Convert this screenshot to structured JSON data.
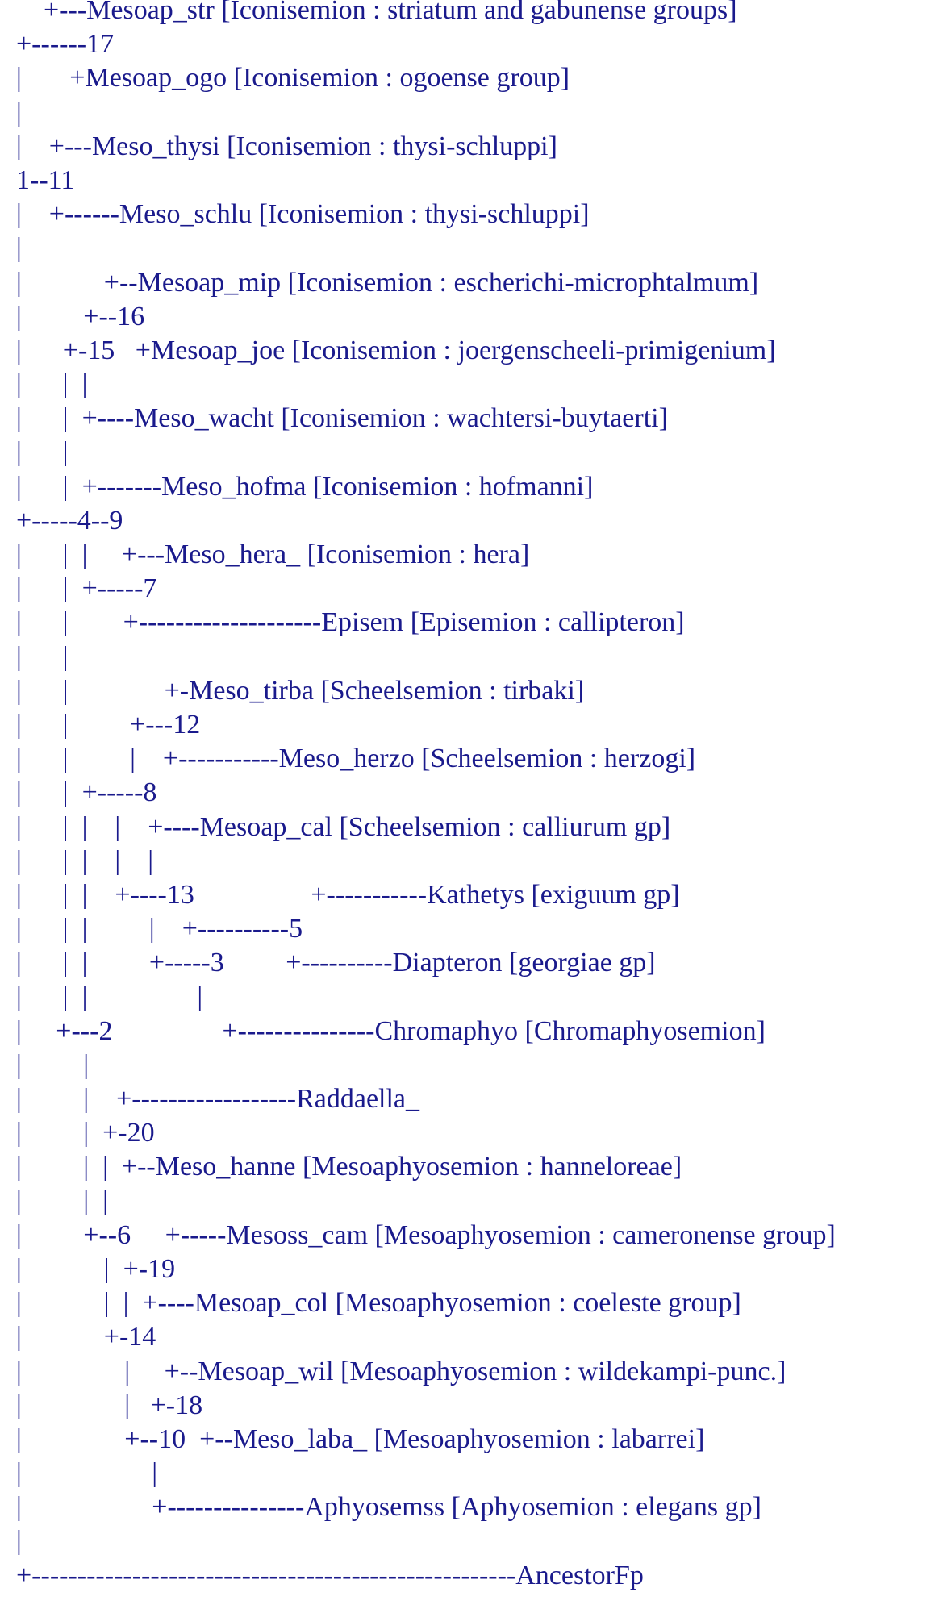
{
  "tree_lines": [
    "    +---Mesoap_str [Iconisemion : striatum and gabunense groups]",
    "+------17",
    "|       +Mesoap_ogo [Iconisemion : ogoense group]",
    "|",
    "|    +---Meso_thysi [Iconisemion : thysi-schluppi]",
    "1--11",
    "|    +------Meso_schlu [Iconisemion : thysi-schluppi]",
    "|",
    "|            +--Mesoap_mip [Iconisemion : escherichi-microphtalmum]",
    "|         +--16",
    "|      +-15   +Mesoap_joe [Iconisemion : joergenscheeli-primigenium]",
    "|      |  |",
    "|      |  +----Meso_wacht [Iconisemion : wachtersi-buytaerti]",
    "|      |",
    "|      |  +-------Meso_hofma [Iconisemion : hofmanni]",
    "+-----4--9",
    "|      |  |     +---Meso_hera_ [Iconisemion : hera]",
    "|      |  +-----7",
    "|      |        +--------------------Episem [Episemion : callipteron]",
    "|      |",
    "|      |              +-Meso_tirba [Scheelsemion : tirbaki]",
    "|      |         +---12",
    "|      |         |    +-----------Meso_herzo [Scheelsemion : herzogi]",
    "|      |  +-----8",
    "|      |  |    |    +----Mesoap_cal [Scheelsemion : calliurum gp]",
    "|      |  |    |    |",
    "|      |  |    +----13                 +-----------Kathetys [exiguum gp]",
    "|      |  |         |    +----------5",
    "|      |  |         +-----3         +----------Diapteron [georgiae gp]",
    "|      |  |                |",
    "|     +---2                +---------------Chromaphyo [Chromaphyosemion]",
    "|         |",
    "|         |    +------------------Raddaella_",
    "|         |  +-20",
    "|         |  |  +--Meso_hanne [Mesoaphyosemion : hanneloreae]",
    "|         |  |",
    "|         +--6     +-----Mesoss_cam [Mesoaphyosemion : cameronense group]",
    "|            |  +-19",
    "|            |  |  +----Mesoap_col [Mesoaphyosemion : coeleste group]",
    "|            +-14",
    "|               |     +--Mesoap_wil [Mesoaphyosemion : wildekampi-punc.]",
    "|               |   +-18",
    "|               +--10  +--Meso_laba_ [Mesoaphyosemion : labarrei]",
    "|                   |",
    "|                   +---------------Aphyosemss [Aphyosemion : elegans gp]",
    "|",
    "+-----------------------------------------------------AncestorFp"
  ],
  "colors": {
    "text": "#1a1a8c",
    "background": "#ffffff"
  }
}
